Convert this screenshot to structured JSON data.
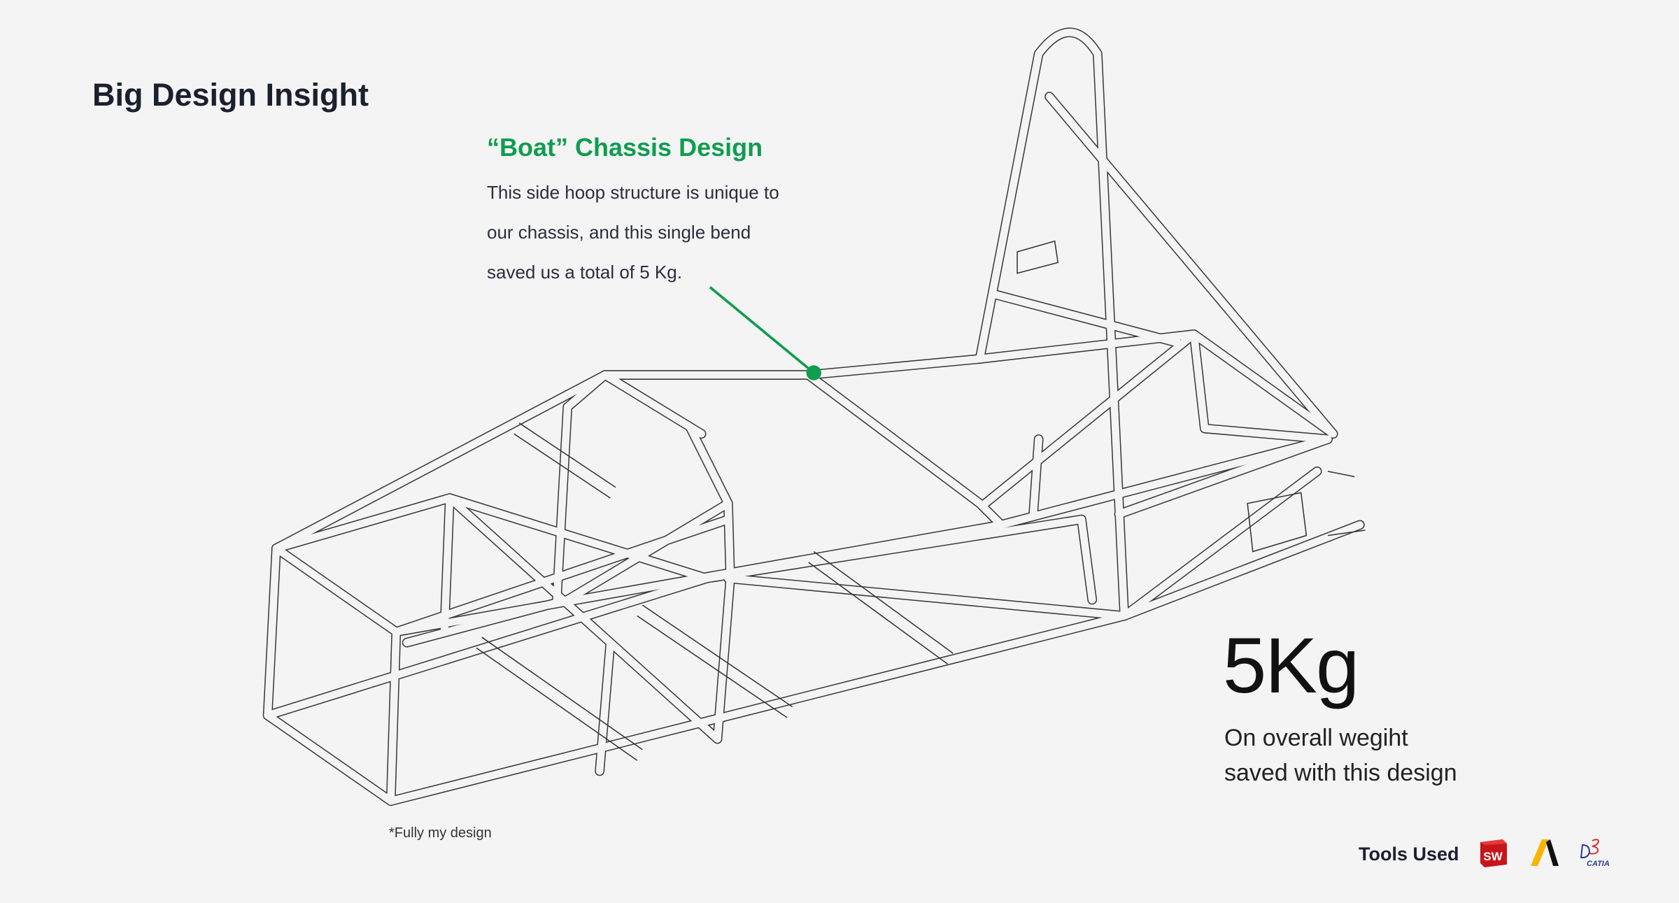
{
  "page": {
    "title": "Big Design Insight"
  },
  "callout": {
    "title": "“Boat” Chassis Design",
    "lines": [
      "This side hoop structure is unique to",
      "our chassis, and this single bend",
      "saved us a total of 5 Kg."
    ]
  },
  "stat": {
    "value": "5Kg",
    "caption_lines": [
      "On overall wegiht",
      "saved with this design"
    ]
  },
  "note": "*Fully my design",
  "tools": {
    "label": "Tools Used",
    "icons": [
      "solidworks-icon",
      "ansys-icon",
      "catia-icon"
    ],
    "catia_text": "CATIA",
    "sw_text": "SW"
  },
  "colors": {
    "accent": "#0f9d50",
    "background": "#f4f4f4",
    "text": "#1b2030"
  }
}
